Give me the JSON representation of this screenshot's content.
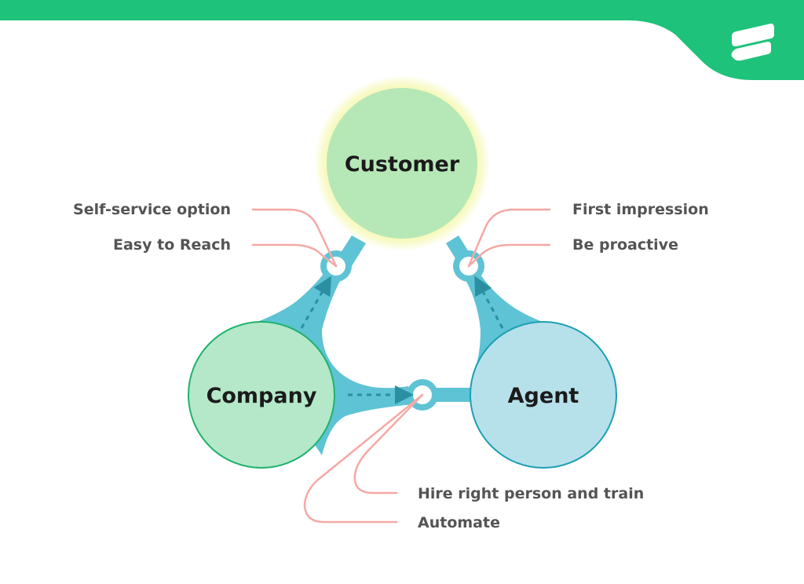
{
  "nodes": {
    "customer": "Customer",
    "company": "Company",
    "agent": "Agent"
  },
  "callouts": {
    "self_service": "Self-service option",
    "easy_to_reach": "Easy to Reach",
    "first_impression": "First impression",
    "be_proactive": "Be proactive",
    "hire_and_train": "Hire right person and train",
    "automate": "Automate"
  },
  "colors": {
    "header_green": "#1ec27a",
    "customer_fill": "#b6e8b7",
    "customer_glow": "#f2f7a0",
    "company_fill": "#b4e8c9",
    "company_stroke": "#1fb26d",
    "agent_fill": "#b7e1ea",
    "agent_stroke": "#1d9fb3",
    "connector_blue": "#5ec3d4",
    "dashed_arrow": "#2a8fa1",
    "callout_line": "#f4a9a5",
    "callout_text": "#545454"
  },
  "icons": {
    "logo": "brand-logo-icon"
  }
}
